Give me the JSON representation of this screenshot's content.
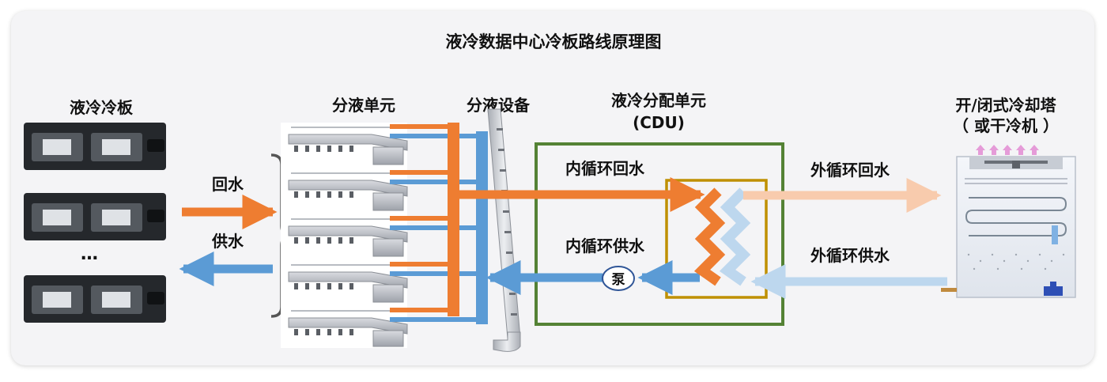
{
  "title": "液冷数据中心冷板路线原理图",
  "labels": {
    "cold_plate": "液冷冷板",
    "return_water": "回水",
    "supply_water": "供水",
    "ellipsis": "…",
    "manifold_unit": "分液单元",
    "manifold_device": "分液设备",
    "cdu_line1": "液冷分配单元",
    "cdu_line2": "(CDU)",
    "inner_return": "内循环回水",
    "inner_supply": "内循环供水",
    "pump": "泵",
    "tower_line1": "开/闭式冷却塔",
    "tower_line2": "（ 或干冷机 ）",
    "outer_return": "外循环回水",
    "outer_supply": "外循环供水"
  },
  "colors": {
    "orange": "#ee7d31",
    "blue": "#5b9bd5",
    "light_orange": "#f8cbad",
    "light_blue": "#bdd7ee",
    "cdu_border": "#548235",
    "hx_border": "#bf9000",
    "bracket": "#555555"
  }
}
